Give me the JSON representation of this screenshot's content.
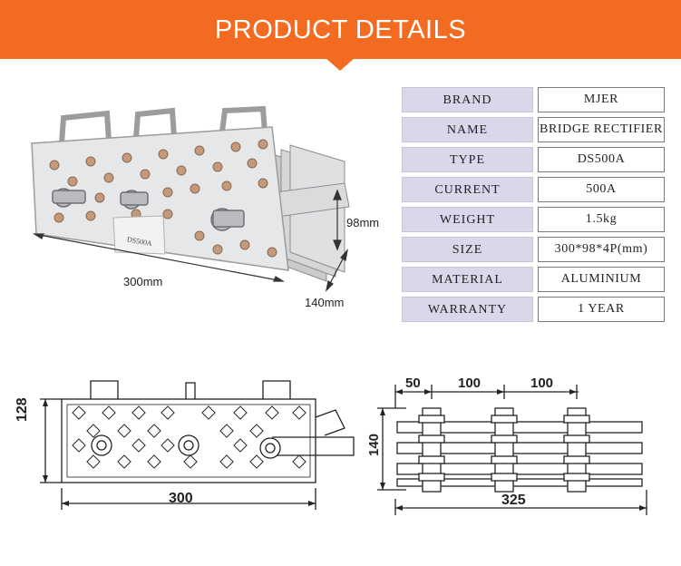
{
  "header": {
    "title": "PRODUCT  DETAILS",
    "color": "#f26b21"
  },
  "photo": {
    "dimensions": {
      "length": "300mm",
      "height": "98mm",
      "depth": "140mm"
    },
    "label_text": "DS500A"
  },
  "specs": [
    {
      "label": "BRAND",
      "value": "MJER"
    },
    {
      "label": "NAME",
      "value": "BRIDGE RECTIFIER"
    },
    {
      "label": "TYPE",
      "value": "DS500A"
    },
    {
      "label": "CURRENT",
      "value": "500A"
    },
    {
      "label": "WEIGHT",
      "value": "1.5kg"
    },
    {
      "label": "SIZE",
      "value": "300*98*4P(mm)"
    },
    {
      "label": "MATERIAL",
      "value": "ALUMINIUM"
    },
    {
      "label": "WARRANTY",
      "value": "1 YEAR"
    }
  ],
  "drawing_front": {
    "height_dim": "128",
    "width_dim": "300"
  },
  "drawing_side": {
    "dim_a": "50",
    "dim_b": "100",
    "dim_c": "100",
    "height_dim": "140",
    "width_dim": "325"
  }
}
